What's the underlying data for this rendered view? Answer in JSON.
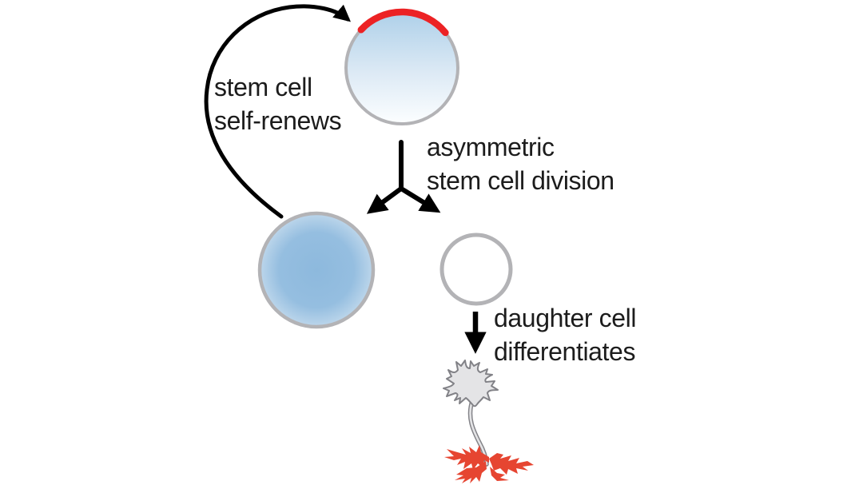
{
  "diagram": {
    "background": "#ffffff",
    "labels": {
      "self_renews": {
        "line1": "stem cell",
        "line2": "self-renews"
      },
      "division": {
        "line1": "asymmetric",
        "line2": "stem cell division"
      },
      "differentiates": {
        "line1": "daughter cell",
        "line2": "differentiates"
      }
    },
    "colors": {
      "text": "#1c1c1c",
      "arrows": "#000000",
      "cell_outline": "#b3b3b6",
      "polarity_marker_red": "#ec2224",
      "stem_cell_fill_center": "#8db9dd",
      "stem_cell_fill_edge": "#d5e6f3",
      "top_cell_fill_top": "#aed0e9",
      "top_cell_fill_bottom": "#fcfeff",
      "daughter_cell_fill": "#ffffff",
      "neuron_body_fill": "#e4e4e6",
      "neuron_outline": "#828287",
      "neuron_terminals_red": "#e64531"
    }
  }
}
